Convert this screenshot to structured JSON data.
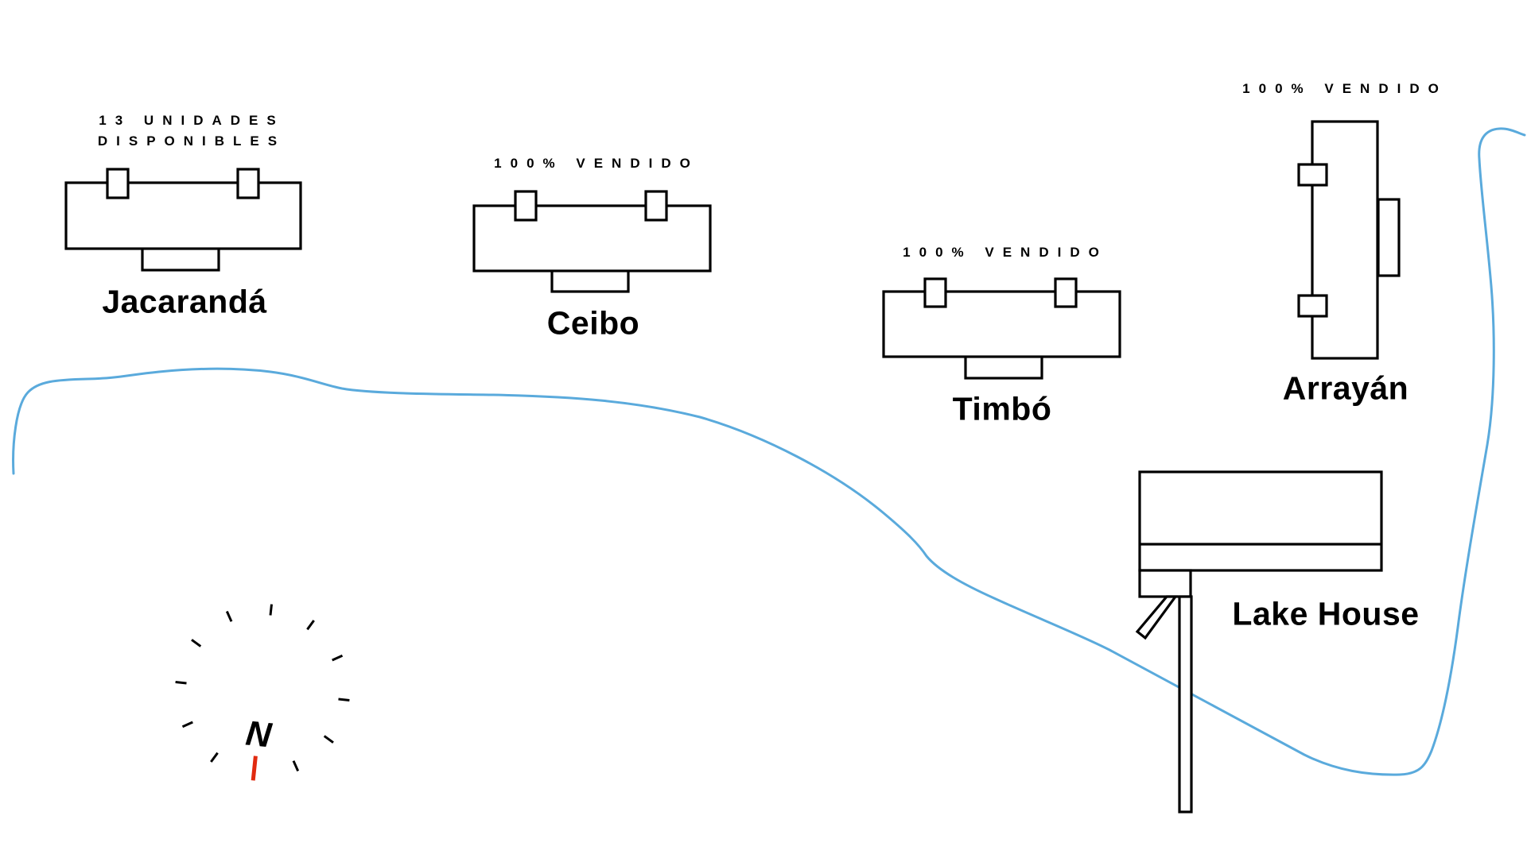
{
  "map": {
    "buildings": [
      {
        "id": "jacaranda",
        "name": "Jacarandá",
        "status": "13 UNIDADES\nDISPONIBLES"
      },
      {
        "id": "ceibo",
        "name": "Ceibo",
        "status": "100% VENDIDO"
      },
      {
        "id": "timbo",
        "name": "Timbó",
        "status": "100% VENDIDO"
      },
      {
        "id": "arrayan",
        "name": "Arrayán",
        "status": "100% VENDIDO"
      },
      {
        "id": "lake-house",
        "name": "Lake House"
      }
    ],
    "compass": {
      "label": "N",
      "north_tick_color": "#e12a10"
    },
    "colors": {
      "lake_line": "#5aaadc",
      "building_stroke": "#000000"
    }
  }
}
